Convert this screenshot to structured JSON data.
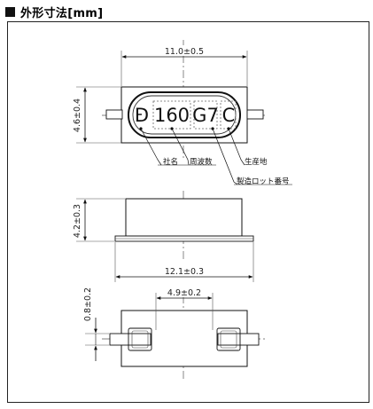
{
  "header": {
    "title": "外形寸法[mm]"
  },
  "top_view": {
    "width_dim": "11.0±0.5",
    "height_dim": "4.6±0.4",
    "marking": {
      "logo": "D",
      "frequency": "160",
      "lot": "G7",
      "site": "C"
    },
    "callouts": {
      "company": "社名",
      "frequency": "周波数",
      "origin": "生産地",
      "lot_number": "製造ロット番号"
    }
  },
  "side_view": {
    "height_dim": "4.2±0.3",
    "width_dim": "12.1±0.3"
  },
  "bottom_view": {
    "pitch_dim": "4.9±0.2",
    "pad_dim": "0.8±0.2"
  }
}
